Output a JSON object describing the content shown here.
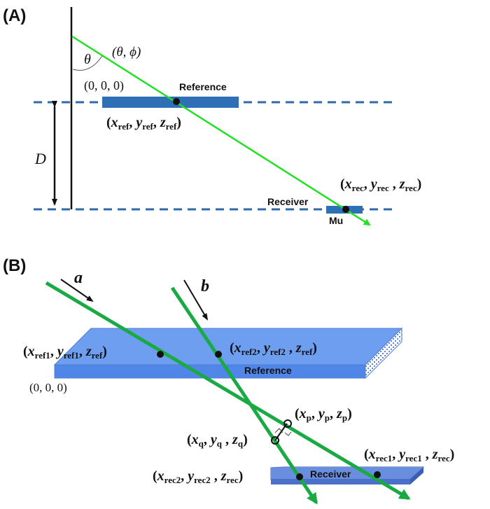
{
  "panelA": {
    "label": "(A)",
    "angle_label": "θ",
    "direction_label": "(θ, ϕ)",
    "origin_label": "(0, 0, 0)",
    "reference_label": "Reference",
    "ref_point": {
      "x": "x",
      "y": "y",
      "z": "z",
      "sub": "ref"
    },
    "distance_label": "D",
    "receiver_label": "Receiver",
    "mu_label": "Mu",
    "rec_point": {
      "x": "x",
      "y": "y",
      "z": "z",
      "sub": "rec"
    }
  },
  "panelB": {
    "label": "(B)",
    "track_a_label": "a",
    "track_b_label": "b",
    "reference_label": "Reference",
    "receiver_label": "Receiver",
    "origin_label": "(0, 0, 0)",
    "ref1": {
      "x": "x",
      "y": "y",
      "z": "z",
      "xsub": "ref1",
      "ysub": "ref1",
      "zsub": "ref"
    },
    "ref2": {
      "x": "x",
      "y": "y",
      "z": "z",
      "xsub": "ref2",
      "ysub": "ref2",
      "zsub": "ref"
    },
    "p": {
      "x": "x",
      "y": "y",
      "z": "z",
      "sub": "p"
    },
    "q": {
      "x": "x",
      "y": "y",
      "z": "z",
      "sub": "q"
    },
    "rec1": {
      "x": "x",
      "y": "y",
      "z": "z",
      "xsub": "rec1",
      "ysub": "rec1",
      "zsub": "rec"
    },
    "rec2": {
      "x": "x",
      "y": "y",
      "z": "z",
      "xsub": "rec2",
      "ysub": "rec2",
      "zsub": "rec"
    }
  },
  "colors": {
    "track_light": "#22e022",
    "track_dark": "#1aaa44",
    "plate_dark": "#2e6fb5",
    "plate_light": "#6d9ef0",
    "plate_front": "#4f86e8",
    "receiver_plate": "#5b7fd0",
    "dash": "#2f6aa8"
  }
}
